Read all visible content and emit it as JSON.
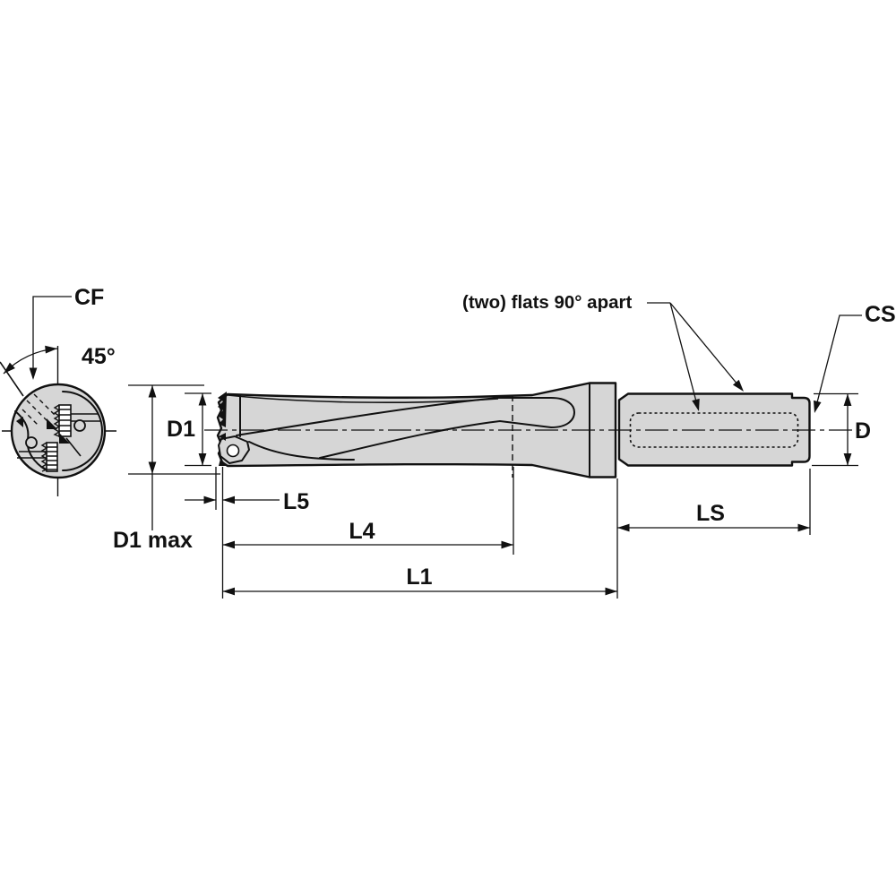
{
  "diagram": {
    "type": "technical-drawing",
    "subject": "indexable-insert drill body, front view and side view with dimension callouts",
    "labels": {
      "cf": "CF",
      "point_angle": "45°",
      "d1": "D1",
      "d1_max": "D1 max",
      "l5": "L5",
      "l4": "L4",
      "l1": "L1",
      "ls": "LS",
      "d": "D",
      "cs": "CS",
      "flats_note": "(two) flats 90° apart"
    },
    "colors": {
      "line": "#111111",
      "body_fill": "#d6d6d6",
      "background": "#ffffff"
    }
  }
}
